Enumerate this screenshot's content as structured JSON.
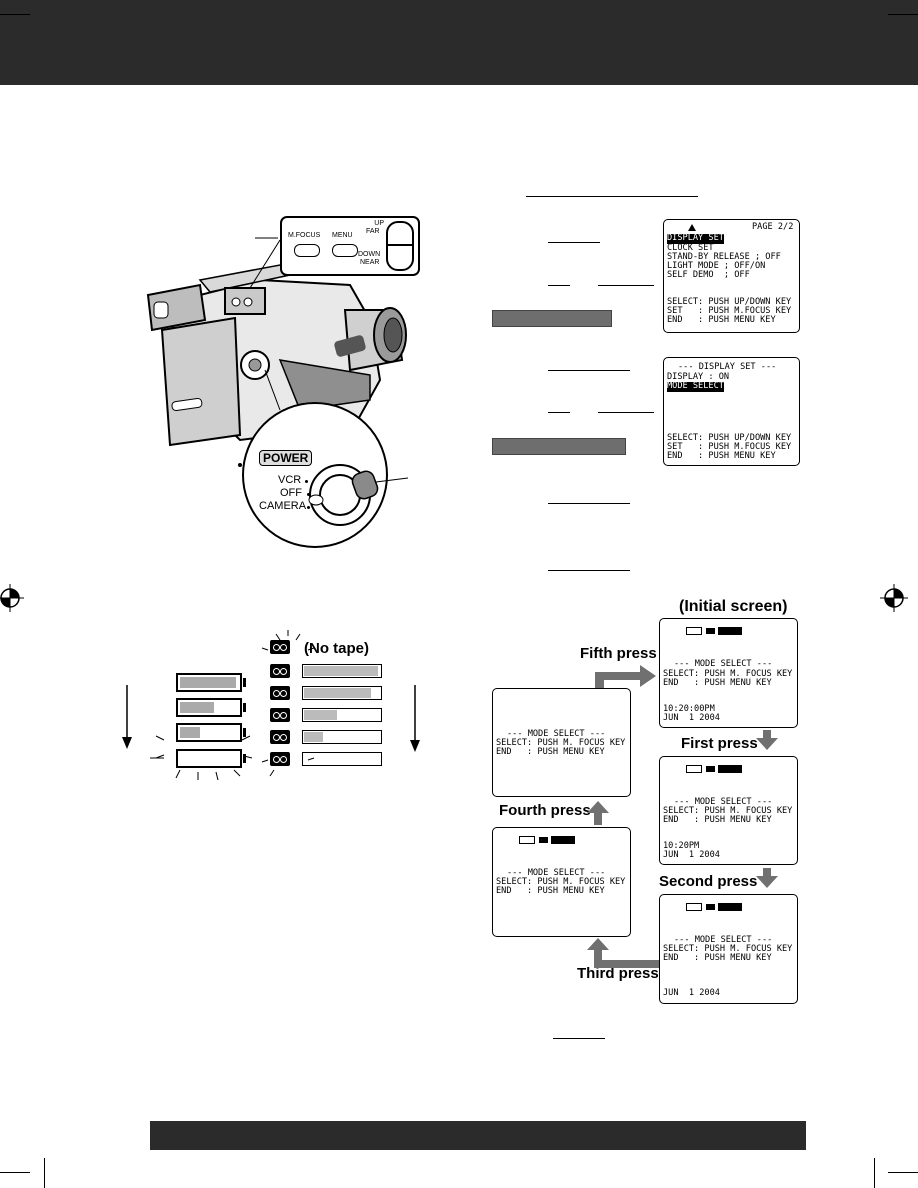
{
  "camera_panel": {
    "mfocus_label": "M.FOCUS",
    "menu_label": "MENU",
    "up_label": "UP",
    "far_label": "FAR",
    "down_label": "DOWN",
    "near_label": "NEAR"
  },
  "power_dial": {
    "title": "POWER",
    "vcr": "VCR",
    "off": "OFF",
    "camera": "CAMERA"
  },
  "tape_indicator": {
    "no_tape_label": "(No tape)",
    "levels": [
      1.0,
      0.9,
      0.45,
      0.25,
      0.0
    ]
  },
  "battery_indicator": {
    "levels": [
      1.0,
      0.6,
      0.35,
      0.0
    ]
  },
  "screen_display_set_page": {
    "line1": "PAGE 2/2",
    "line2": "DISPLAY SET",
    "line3": "CLOCK SET",
    "line4": "STAND-BY RELEASE ; OFF",
    "line5": "LIGHT MODE ; OFF/ON",
    "line6": "SELF DEMO  ; OFF",
    "line7": "SELECT: PUSH UP/DOWN KEY",
    "line8": "SET   : PUSH M.FOCUS KEY",
    "line9": "END   : PUSH MENU KEY"
  },
  "screen_display_set": {
    "line1": "--- DISPLAY SET ---",
    "line2": "DISPLAY : ON",
    "line3": "MODE SELECT",
    "line4": "SELECT: PUSH UP/DOWN KEY",
    "line5": "SET   : PUSH M.FOCUS KEY",
    "line6": "END   : PUSH MENU KEY"
  },
  "mode_select": {
    "title": "--- MODE SELECT ---",
    "select_line": "SELECT: PUSH M. FOCUS KEY",
    "end_line": "END   : PUSH MENU KEY"
  },
  "sequence": {
    "initial_label": "(Initial screen)",
    "first_label": "First press",
    "second_label": "Second press",
    "third_label": "Third press",
    "fourth_label": "Fourth press",
    "fifth_label": "Fifth press",
    "initial_time": "10:20:00PM",
    "initial_date": "JUN  1 2004",
    "first_time": "10:20PM",
    "first_date": "JUN  1 2004",
    "second_date": "JUN  1 2004"
  },
  "colors": {
    "bar": "#2b2b2b",
    "arrow": "#707070"
  }
}
